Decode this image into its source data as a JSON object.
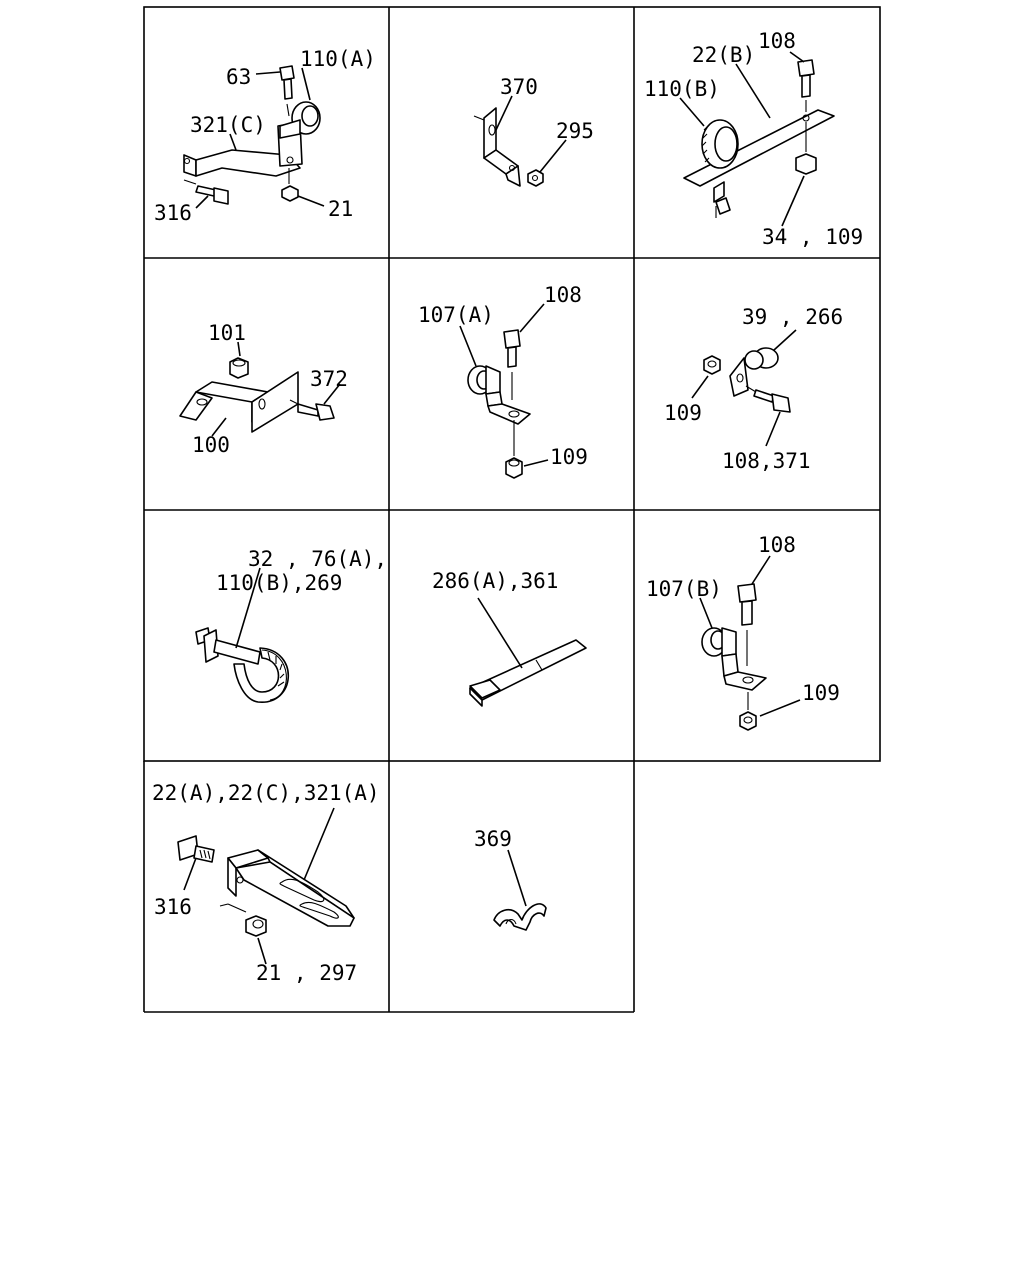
{
  "cells": [
    {
      "id": "c1",
      "labels": [
        "63",
        "110(A)",
        "321(C)",
        "316",
        "21"
      ]
    },
    {
      "id": "c2",
      "labels": [
        "370",
        "295"
      ]
    },
    {
      "id": "c3",
      "labels": [
        "22(B)",
        "108",
        "110(B)",
        "34 , 109"
      ]
    },
    {
      "id": "c4",
      "labels": [
        "101",
        "372",
        "100"
      ]
    },
    {
      "id": "c5",
      "labels": [
        "108",
        "107(A)",
        "109"
      ]
    },
    {
      "id": "c6",
      "labels": [
        "39 , 266",
        "109",
        "108,371"
      ]
    },
    {
      "id": "c7",
      "labels": [
        "32 , 76(A),",
        "110(B),269"
      ]
    },
    {
      "id": "c8",
      "labels": [
        "286(A),361"
      ]
    },
    {
      "id": "c9",
      "labels": [
        "108",
        "107(B)",
        "109"
      ]
    },
    {
      "id": "c10",
      "labels": [
        "22(A),22(C),321(A)",
        "316",
        "21 , 297"
      ]
    },
    {
      "id": "c11",
      "labels": [
        "369"
      ]
    }
  ]
}
